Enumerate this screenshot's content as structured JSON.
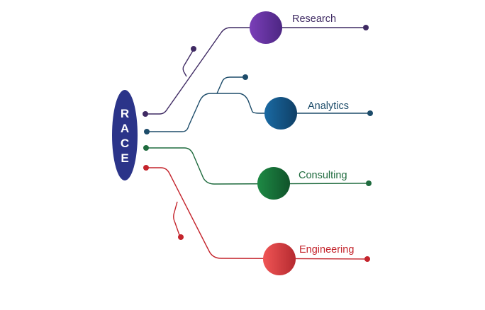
{
  "hub": {
    "letters": [
      "R",
      "A",
      "C",
      "E"
    ],
    "color": "#2b3489"
  },
  "branches": [
    {
      "id": "research",
      "label": "Research",
      "color": "#3f2a63",
      "node_color": "#7a3fb8",
      "node_dark": "#4d2683"
    },
    {
      "id": "analytics",
      "label": "Analytics",
      "color": "#1d4c6a",
      "node_color": "#1a6aa3",
      "node_dark": "#0f3f66"
    },
    {
      "id": "consulting",
      "label": "Consulting",
      "color": "#1f6b3e",
      "node_color": "#1e8a45",
      "node_dark": "#10532a"
    },
    {
      "id": "engineering",
      "label": "Engineering",
      "color": "#c4242c",
      "node_color": "#f05555",
      "node_dark": "#b52a30"
    }
  ]
}
